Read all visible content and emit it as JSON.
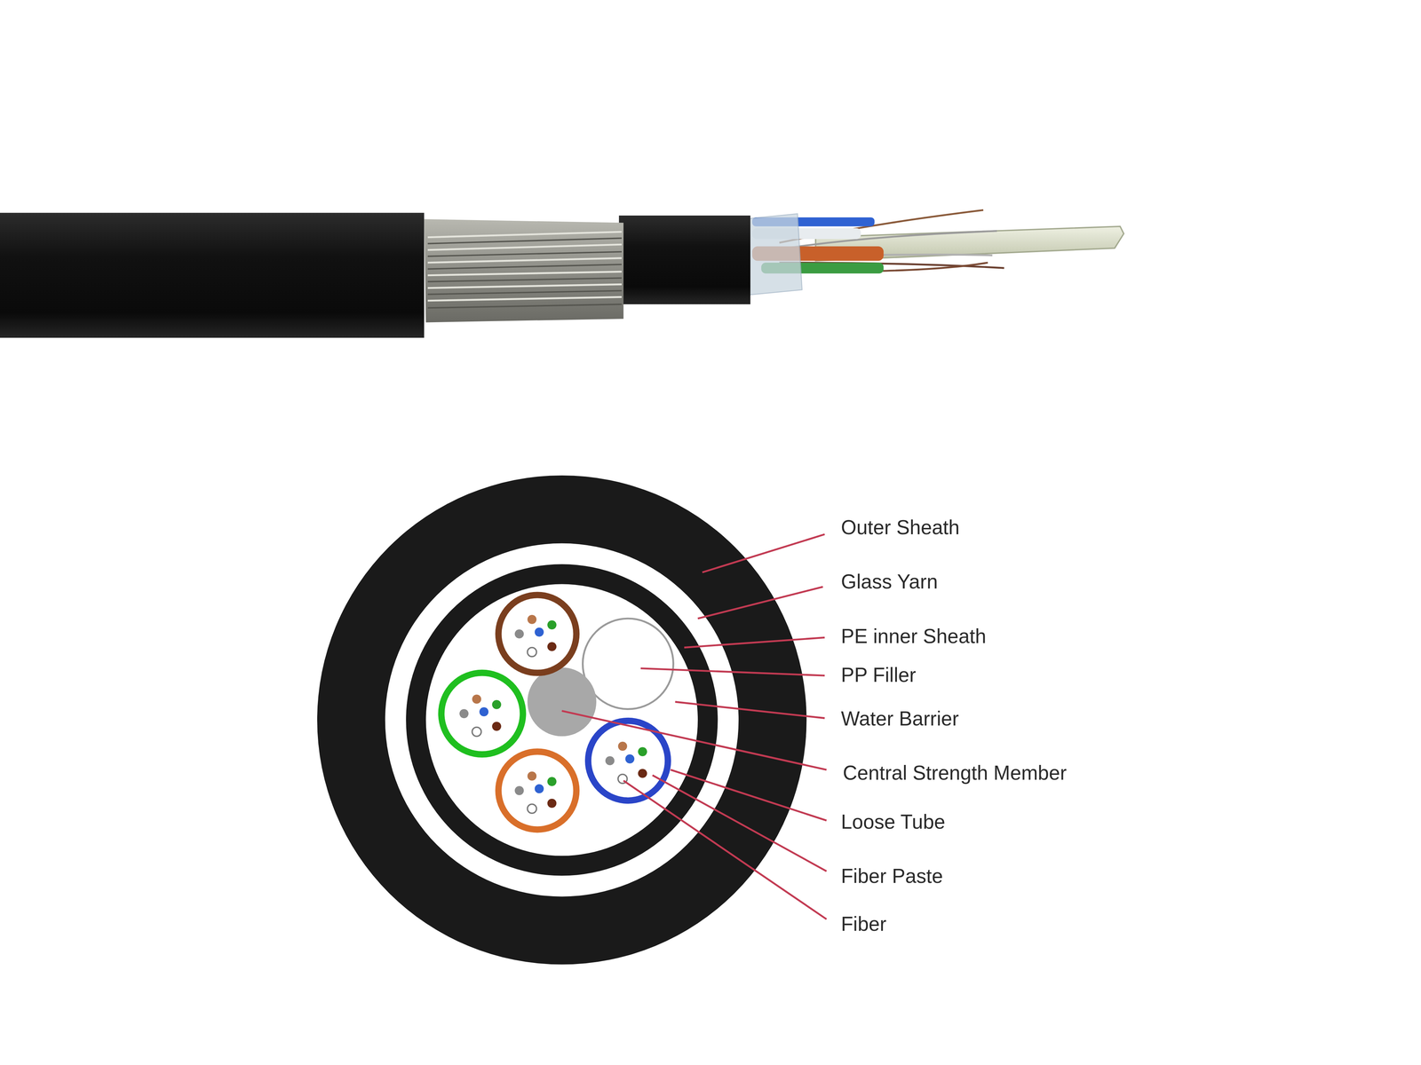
{
  "diagram": {
    "labels": [
      "Outer Sheath",
      "Glass Yarn",
      "PE  inner Sheath",
      "PP Filler",
      "Water Barrier",
      "Central Strength Member",
      "Loose Tube",
      "Fiber Paste",
      "Fiber"
    ]
  }
}
